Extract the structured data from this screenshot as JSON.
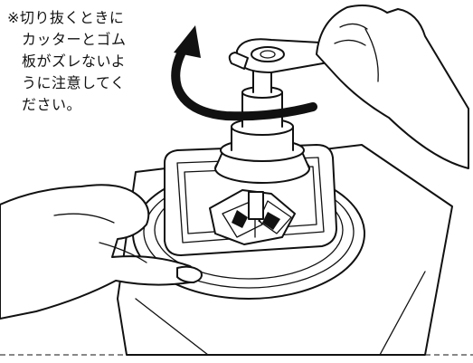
{
  "caption": {
    "lines": [
      "※切り抜くときに",
      "カッターとゴム",
      "板がズレないよ",
      "うに注意してく",
      "ださい。"
    ]
  },
  "illustration": {
    "subject": "cutter-and-rubber-plate",
    "icons": [
      "rotation-arrow-icon",
      "hand-icon"
    ]
  },
  "colors": {
    "ink": "#111111",
    "paper": "#ffffff"
  }
}
